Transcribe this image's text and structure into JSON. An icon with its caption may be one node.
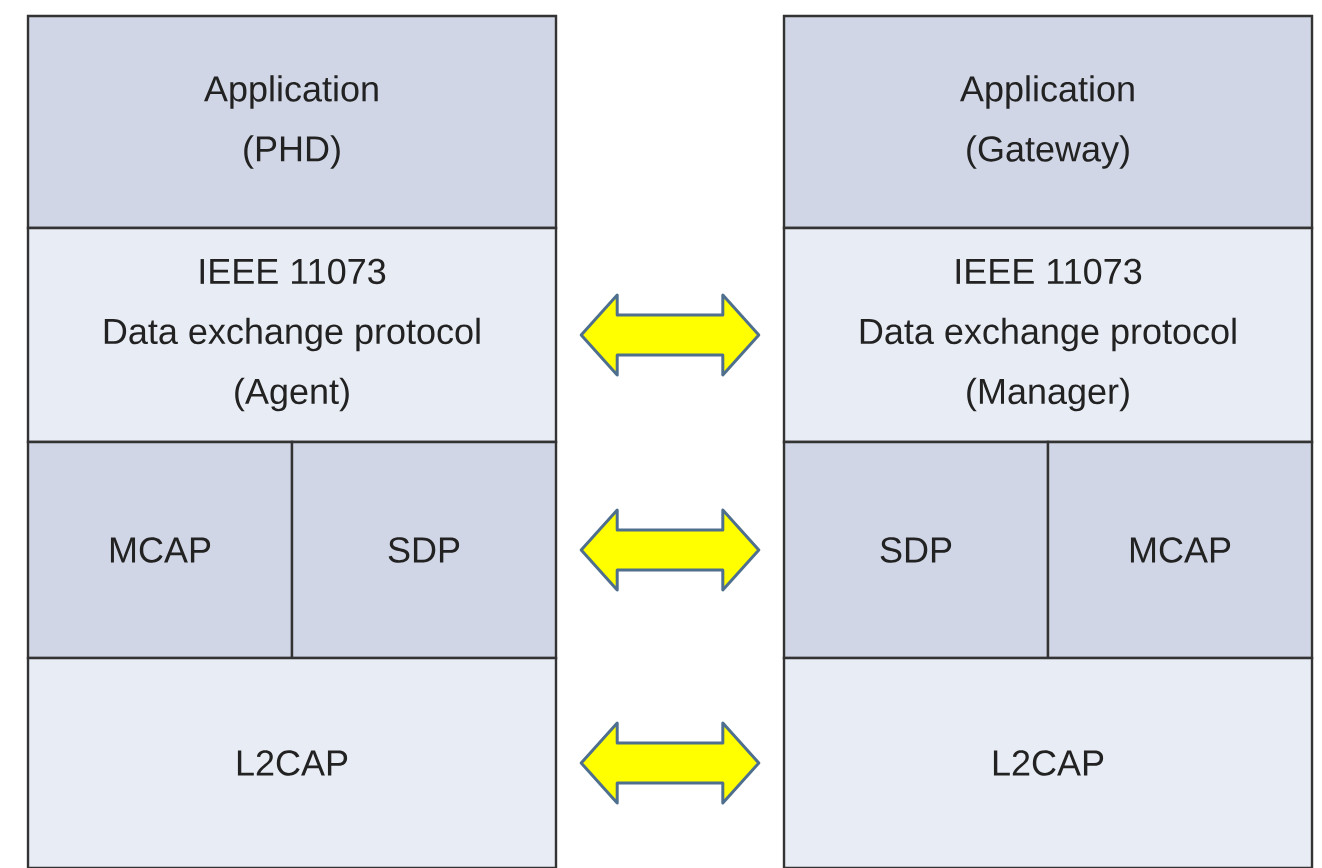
{
  "diagram": {
    "nodes": [
      {
        "text": [
          "Application",
          "(PHD)"
        ]
      },
      {
        "text": [
          "IEEE 11073",
          "Data exchange protocol",
          "(Agent)"
        ]
      },
      {
        "text": [
          "MCAP"
        ]
      },
      {
        "text": [
          "SDP"
        ]
      },
      {
        "text": [
          "L2CAP"
        ]
      },
      {
        "text": [
          "Application",
          "(Gateway)"
        ]
      },
      {
        "text": [
          "IEEE 11073",
          "Data exchange protocol",
          "(Manager)"
        ]
      },
      {
        "text": [
          "SDP"
        ]
      },
      {
        "text": [
          "MCAP"
        ]
      },
      {
        "text": [
          "L2CAP"
        ]
      }
    ],
    "edges": [
      {
        "from": 1,
        "to": 6,
        "arrow": "both"
      },
      {
        "from": 3,
        "to": 7,
        "arrow": "both"
      },
      {
        "from": 4,
        "to": 9,
        "arrow": "both"
      }
    ]
  }
}
